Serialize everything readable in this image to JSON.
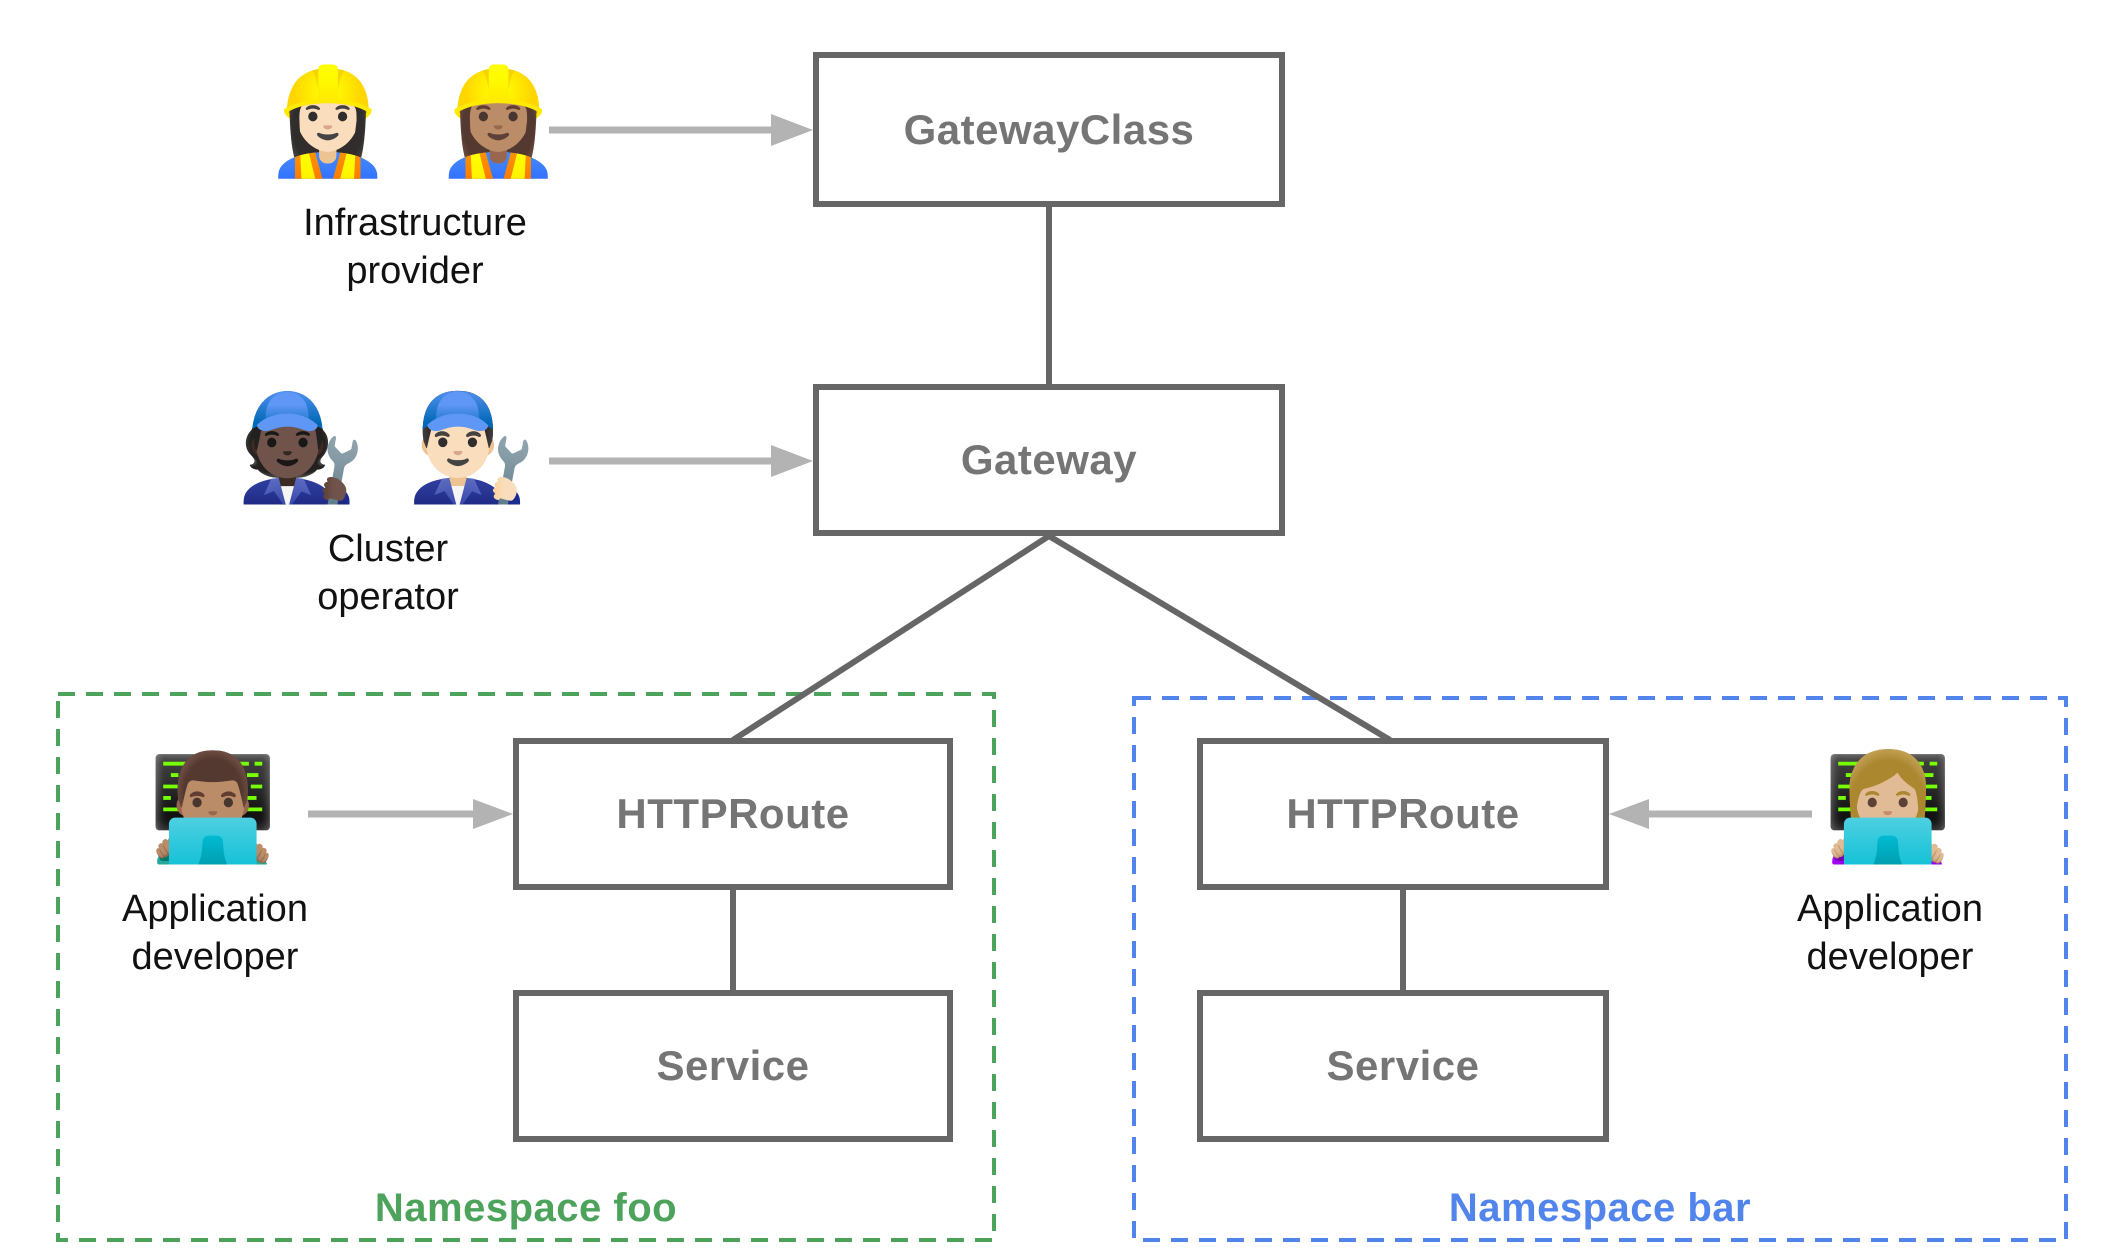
{
  "diagram": {
    "nodes": {
      "gateway_class": {
        "label": "GatewayClass"
      },
      "gateway": {
        "label": "Gateway"
      },
      "httproute_foo": {
        "label": "HTTPRoute"
      },
      "service_foo": {
        "label": "Service"
      },
      "httproute_bar": {
        "label": "HTTPRoute"
      },
      "service_bar": {
        "label": "Service"
      }
    },
    "personas": {
      "infrastructure_provider": {
        "emoji": "👷🏻‍♀️ 👷🏽‍♀️",
        "label": "Infrastructure\nprovider"
      },
      "cluster_operator": {
        "emoji": "🧑🏿‍🔧 👨🏻‍🔧",
        "label": "Cluster\noperator"
      },
      "app_developer_foo": {
        "emoji": "👨🏽‍💻",
        "label": "Application\ndeveloper"
      },
      "app_developer_bar": {
        "emoji": "👩🏼‍💻",
        "label": "Application\ndeveloper"
      }
    },
    "namespaces": {
      "foo": {
        "label": "Namespace foo",
        "color": "#4DA35C"
      },
      "bar": {
        "label": "Namespace bar",
        "color": "#5185EC"
      }
    },
    "colors": {
      "box_border": "#666666",
      "box_label": "#757575",
      "connector": "#666666",
      "arrow": "#B3B3B3",
      "persona_label": "#111111",
      "namespace_foo": "#4DA35C",
      "namespace_bar": "#5185EC"
    }
  }
}
